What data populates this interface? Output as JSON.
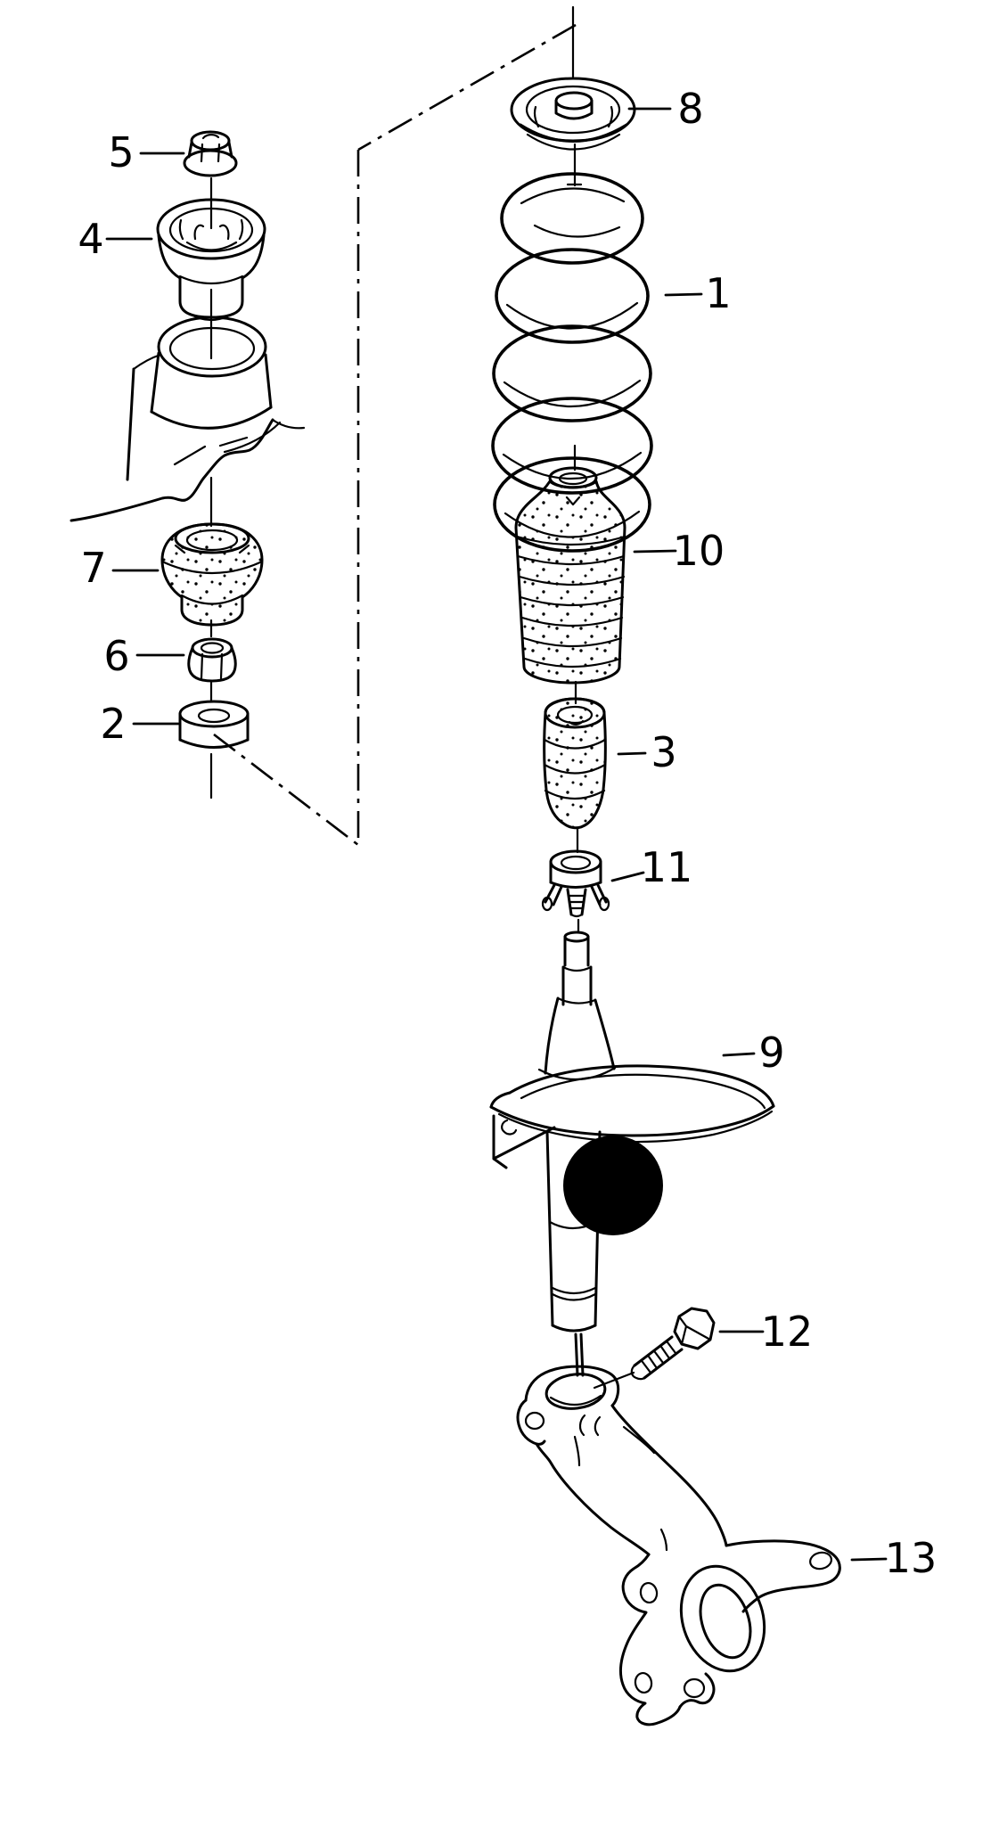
{
  "diagram": {
    "type": "exploded-parts-diagram",
    "subject": "front suspension strut and steering knuckle",
    "colors": {
      "background": "#ffffff",
      "ink": "#000000",
      "highlight_dot": "#000000"
    },
    "callouts": [
      {
        "label": "5",
        "part": "strut-mount-lock-nut"
      },
      {
        "label": "4",
        "part": "strut-upper-mount"
      },
      {
        "label": "7",
        "part": "rubber-damper-bushing"
      },
      {
        "label": "6",
        "part": "hex-nut"
      },
      {
        "label": "2",
        "part": "washer"
      },
      {
        "label": "8",
        "part": "upper-spring-seat"
      },
      {
        "label": "1",
        "part": "coil-spring"
      },
      {
        "label": "10",
        "part": "protective-bellows"
      },
      {
        "label": "3",
        "part": "rubber-bump-stop"
      },
      {
        "label": "11",
        "part": "retaining-cap"
      },
      {
        "label": "9",
        "part": "suspension-strut"
      },
      {
        "label": "12",
        "part": "clamp-bolt"
      },
      {
        "label": "13",
        "part": "steering-knuckle"
      }
    ]
  }
}
